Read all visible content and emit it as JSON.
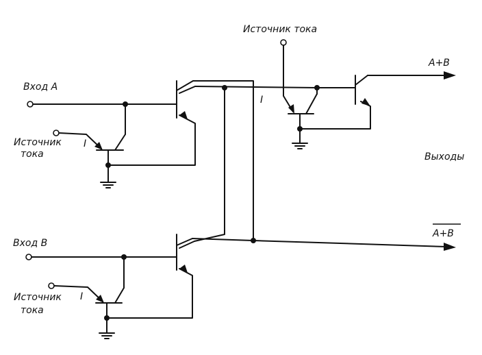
{
  "labels": {
    "input_a": "Вход A",
    "input_b": "Вход B",
    "current_source": "Источник тока",
    "current_source_line1": "Источник",
    "current_source_line2": "тока",
    "current_i": "I",
    "output_sum": "A+B",
    "output_sum_inv": "A+B",
    "outputs": "Выходы"
  },
  "colors": {
    "ink": "#111111",
    "background": "#ffffff"
  }
}
